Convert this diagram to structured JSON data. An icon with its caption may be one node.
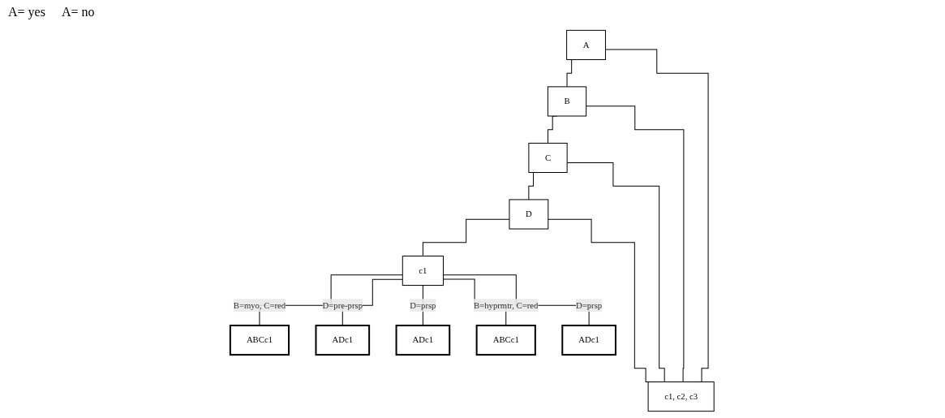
{
  "diagram": {
    "nodes": [
      {
        "text": [
          "A"
        ]
      },
      {
        "text": [
          "B"
        ]
      },
      {
        "text": [
          "C"
        ]
      },
      {
        "text": [
          "D"
        ]
      },
      {
        "text": [
          "c1"
        ]
      },
      {
        "text": [
          "c1, c2, c3"
        ]
      },
      {
        "text": [
          "ABCc1"
        ]
      },
      {
        "text": [
          "ADc1"
        ]
      },
      {
        "text": [
          "ADc1"
        ]
      },
      {
        "text": [
          "ABCc1"
        ]
      },
      {
        "text": [
          "ADc1"
        ]
      }
    ],
    "edges": [
      {
        "from": 0,
        "to": 1,
        "arrow": "none"
      },
      {
        "from": 1,
        "to": 2,
        "arrow": "none"
      },
      {
        "from": 2,
        "to": 3,
        "arrow": "none"
      },
      {
        "from": 3,
        "to": 4,
        "arrow": "none"
      },
      {
        "from": 0,
        "to": 5,
        "arrow": "none"
      },
      {
        "from": 1,
        "to": 5,
        "arrow": "none"
      },
      {
        "from": 2,
        "to": 5,
        "arrow": "none"
      },
      {
        "from": 3,
        "to": 5,
        "arrow": "none"
      },
      {
        "from": 4,
        "to": 6,
        "label": "B=myo, C=red",
        "arrow": "none"
      },
      {
        "from": 4,
        "to": 7,
        "label": "D=pre-prsp",
        "arrow": "none"
      },
      {
        "from": 4,
        "to": 8,
        "label": "D=prsp",
        "arrow": "none"
      },
      {
        "from": 4,
        "to": 9,
        "label": "B=hyprmtr, C=red",
        "arrow": "none"
      },
      {
        "from": 4,
        "to": 10,
        "label": "D=prsp",
        "arrow": "none"
      }
    ],
    "labels": [
      "A= yes",
      "A= no"
    ]
  }
}
